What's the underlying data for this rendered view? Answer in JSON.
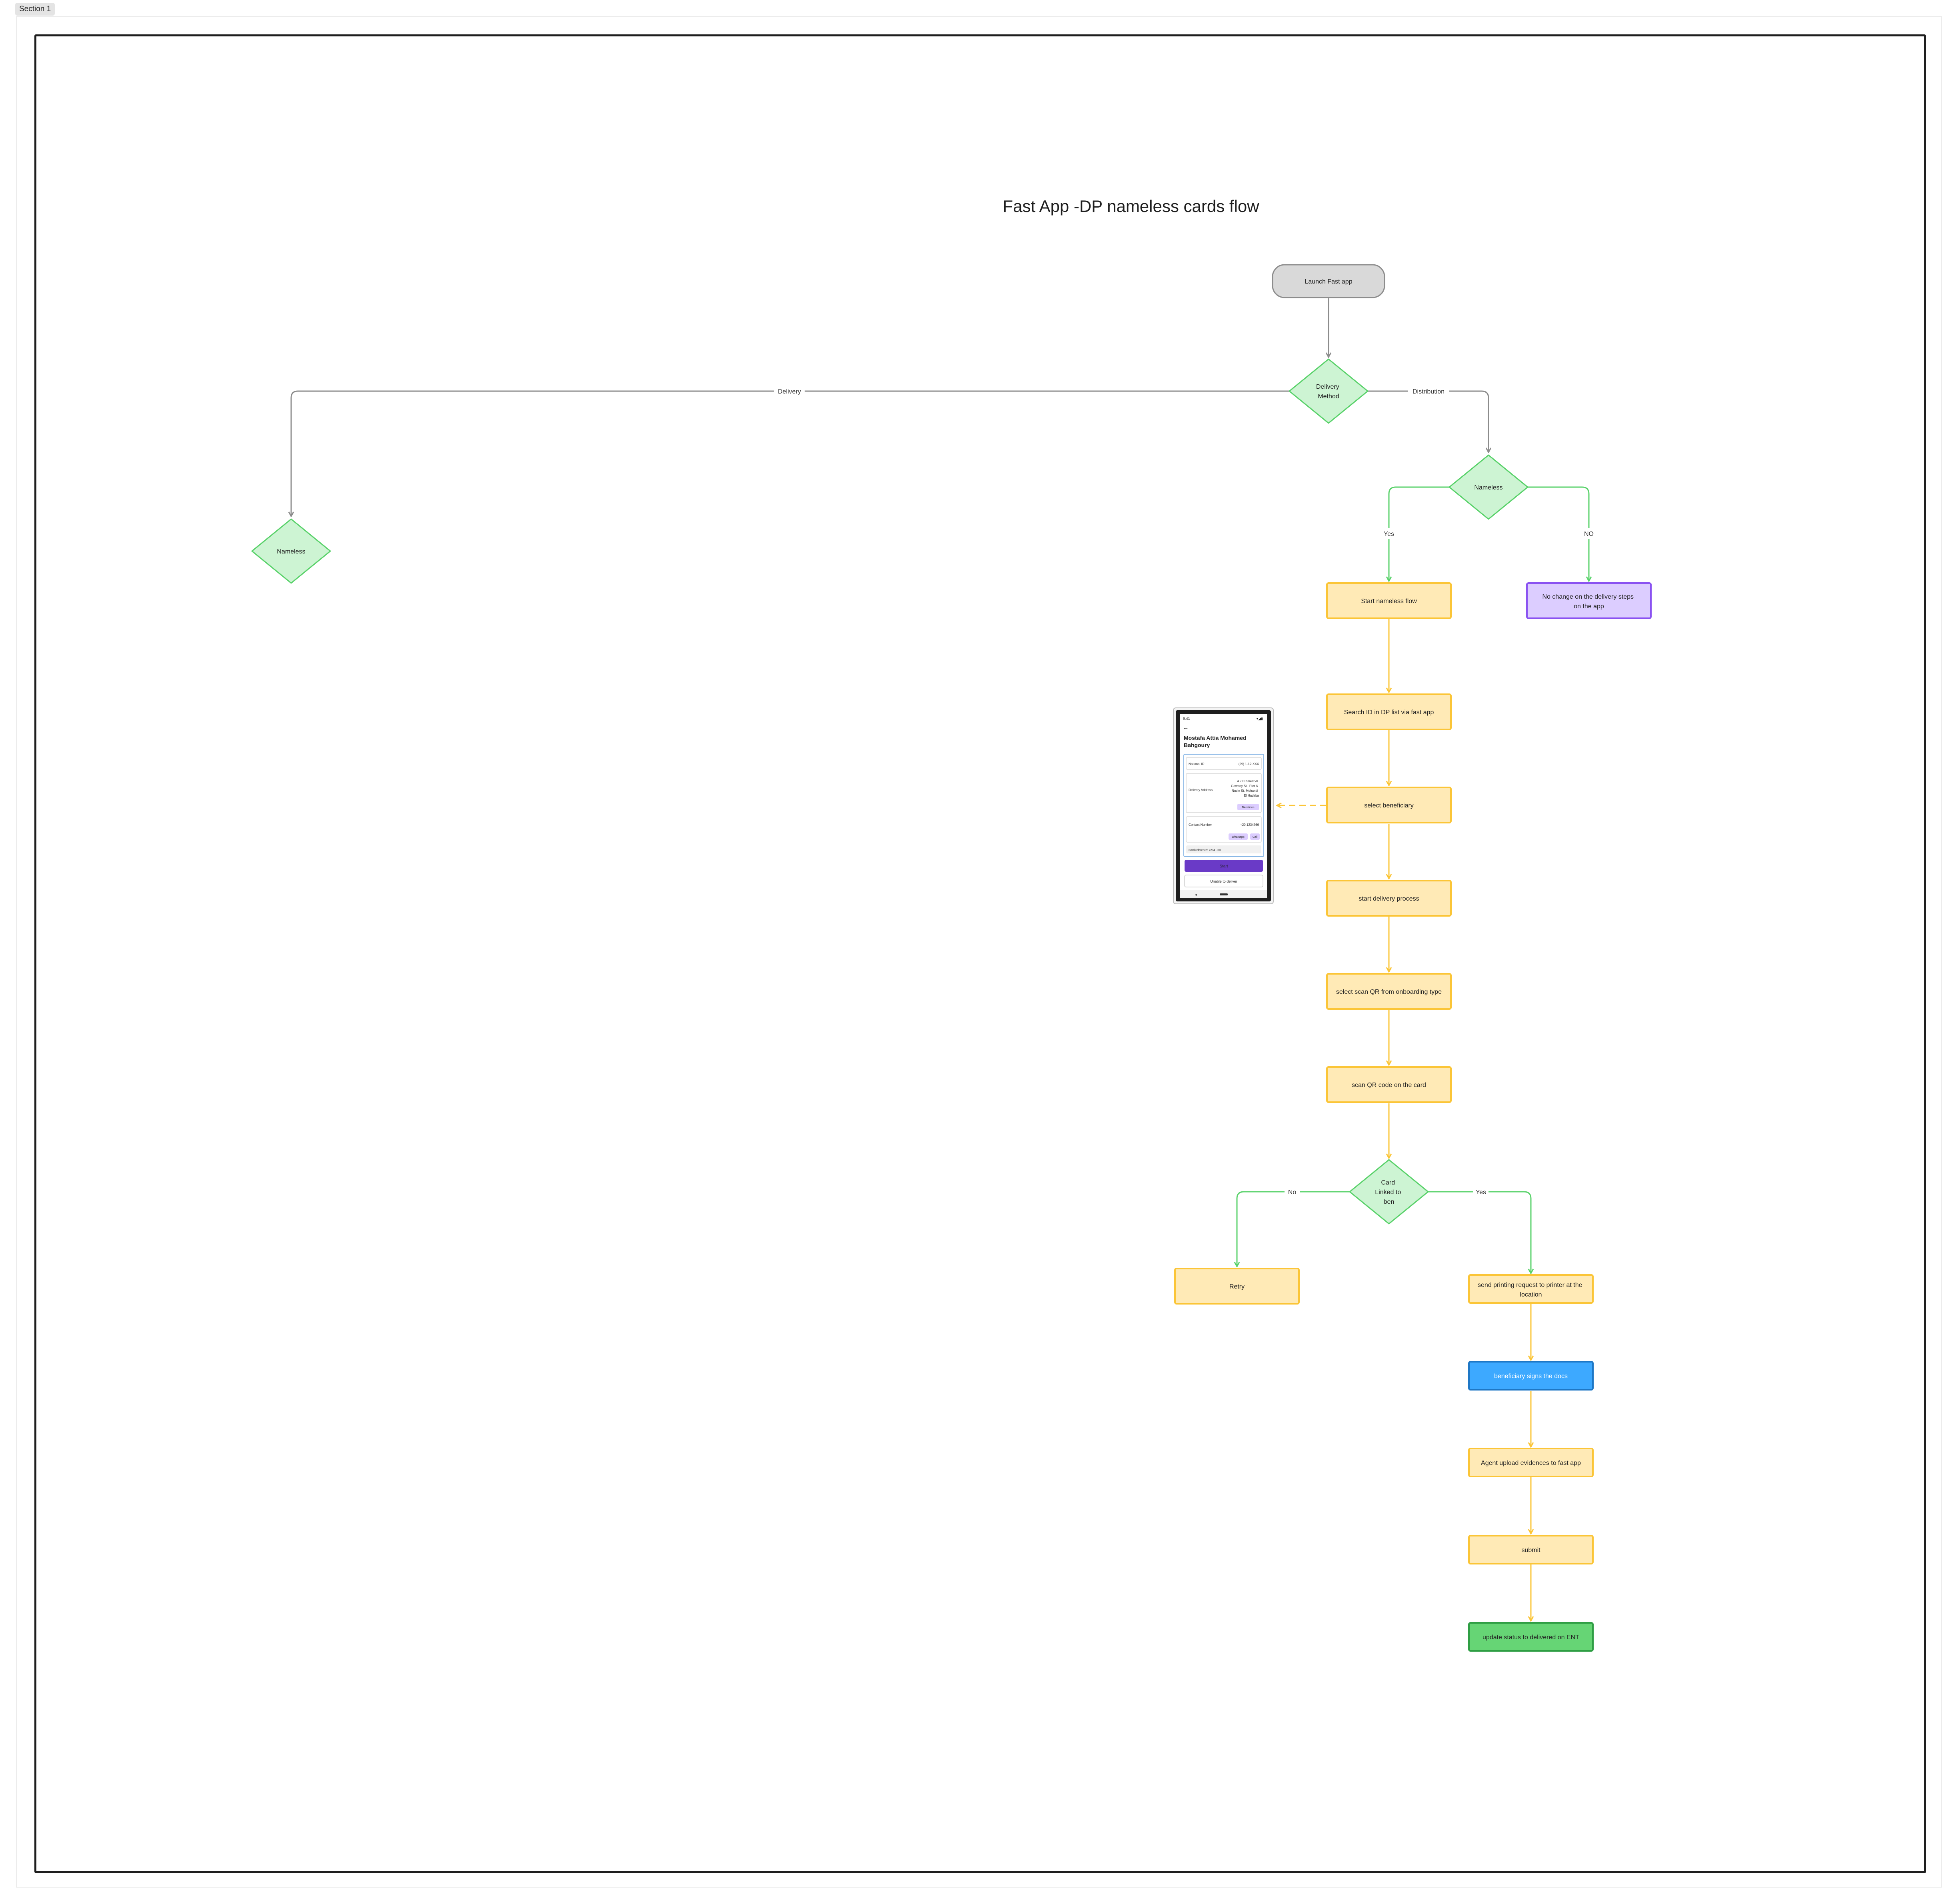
{
  "section": {
    "label": "Section 1"
  },
  "title": "Fast App -DP nameless cards flow",
  "nodes": {
    "launch": "Launch Fast app",
    "delivery_method": [
      "Delivery",
      "Method"
    ],
    "nameless_left": "Nameless",
    "nameless_right": "Nameless",
    "start_nameless": "Start nameless flow",
    "no_change": [
      "No change on the delivery steps",
      "on the app"
    ],
    "search_id": "Search ID in DP list via fast app",
    "select_beneficiary": "select beneficiary",
    "start_delivery": "start delivery process",
    "select_scan_qr": "select scan QR from onboarding type",
    "scan_qr": "scan QR code on the card",
    "card_linked": [
      "Card",
      "Linked to",
      "ben"
    ],
    "retry": "Retry",
    "send_printing": [
      "send printing request to printer at the",
      "location"
    ],
    "beneficiary_signs": "beneficiary signs the docs",
    "agent_upload": "Agent upload evidences to fast app",
    "submit": "submit",
    "update_status": "update status to delivered on ENT"
  },
  "edge_labels": {
    "delivery": "Delivery",
    "distribution": "Distribution",
    "yes_nameless": "Yes",
    "no_nameless": "NO",
    "no_card": "No",
    "yes_card": "Yes"
  },
  "phone": {
    "status_time": "9:41",
    "name": [
      "Mostafa Attia Mohamed",
      "Bahgoury"
    ],
    "row1_label": "National ID",
    "row1_value": "(29) 1-12-XXX",
    "row2_label": "Delivery Address",
    "row2_value": [
      "4 7 El Sherif Al",
      "Gowany St., Pier &",
      "Nudin St. Mohandi",
      "El Hadaba"
    ],
    "row2_tag": "Directions",
    "row3_label": "Contact Number",
    "row3_value": "+20 1234566",
    "row3_tag1": "Whatsapp",
    "row3_tag2": "Call",
    "row4_label": "Card reference: 2234 - 00",
    "start_label": "Start",
    "unable_label": "Unable to deliver"
  },
  "colors": {
    "gray_fill": "#d9d9d9",
    "gray_stroke": "#8c8c8c",
    "diamond_fill": "#cdf4d3",
    "diamond_stroke": "#5ad26b",
    "yellow_fill": "#ffeab6",
    "yellow_stroke": "#fbc537",
    "purple_fill": "#dccdff",
    "purple_stroke": "#8a52f1",
    "blue_fill": "#3da9ff",
    "blue_stroke": "#1e77c5",
    "green_fill": "#66d575",
    "green_stroke": "#2f9e44",
    "phone_button": "#6a3ac7"
  }
}
